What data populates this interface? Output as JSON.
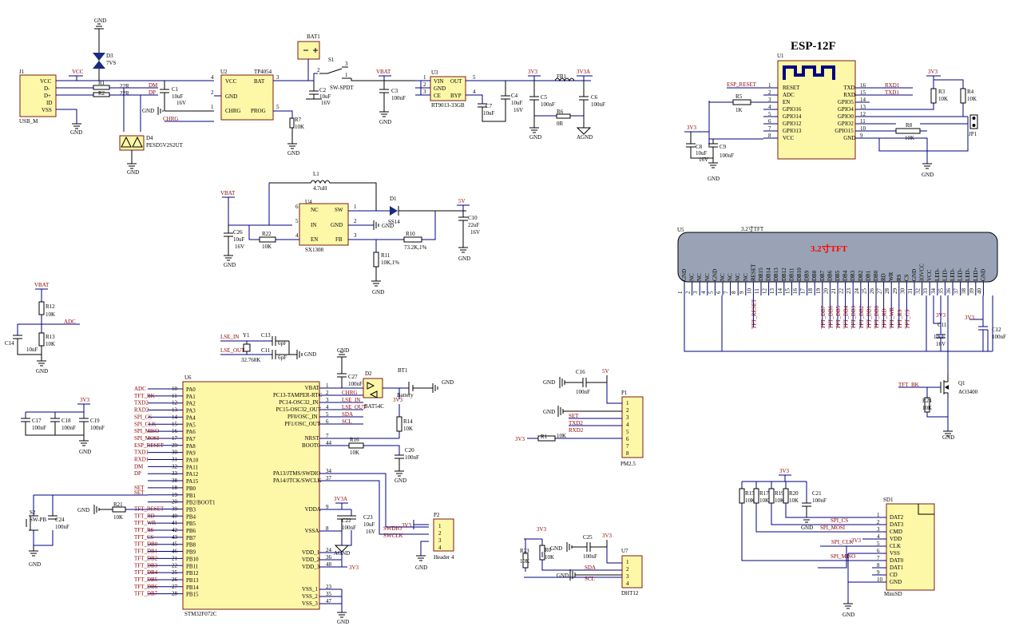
{
  "usb": {
    "ref": "J1",
    "name": "USB_M",
    "pins": [
      "VCC",
      "D-",
      "D+",
      "ID",
      "VSS"
    ]
  },
  "charger": {
    "ref": "U2",
    "name": "TP4054",
    "pins_left": [
      "VCC",
      "GND",
      "CHRG"
    ],
    "pins_right": [
      "BAT",
      "PROG"
    ],
    "nums": [
      "4",
      "2",
      "1",
      "3",
      "5"
    ]
  },
  "ldo": {
    "ref": "U3",
    "name": "RT9013-33GB",
    "pins_left": [
      "VIN",
      "GND",
      "CE"
    ],
    "pins_right": [
      "OUT",
      "BYP"
    ],
    "nums": [
      "1",
      "2",
      "3",
      "5",
      "4"
    ]
  },
  "boost": {
    "ref": "U4",
    "name": "SX1308",
    "pins_left": [
      "NC",
      "IN",
      "EN"
    ],
    "pins_right": [
      "SW",
      "GND",
      "FB"
    ],
    "nums": [
      "6",
      "5",
      "4",
      "1",
      "2",
      "3"
    ]
  },
  "esp": {
    "ref": "U1",
    "title": "ESP-12F",
    "pins_left": [
      "RESET",
      "ADC",
      "EN",
      "GPIO16",
      "GPIO14",
      "GPIO12",
      "GPIO13",
      "VCC"
    ],
    "pins_right": [
      "TXD",
      "RXD",
      "GPIO5",
      "GPIO4",
      "GPIO0",
      "GPIO2",
      "GPIO15",
      "GND"
    ],
    "nums_left": [
      "1",
      "2",
      "3",
      "4",
      "5",
      "6",
      "7",
      "8"
    ],
    "nums_right": [
      "16",
      "15",
      "14",
      "13",
      "12",
      "11",
      "10",
      "9"
    ]
  },
  "mcu": {
    "ref": "U6",
    "name": "STM32F072C",
    "left": [
      "PA0",
      "PA1",
      "PA2",
      "PA3",
      "PA4",
      "PA5",
      "PA6",
      "PA7",
      "PA8",
      "PA9",
      "PA10",
      "PA11",
      "PA12",
      "PA15",
      "PB0",
      "PB1",
      "PB2/BOOT1",
      "PB3",
      "PB4",
      "PB5",
      "PB6",
      "PB7",
      "PB8",
      "PB9",
      "PB10",
      "PB11",
      "PB12",
      "PB13",
      "PB14",
      "PB15"
    ],
    "left_nums": [
      "10",
      "11",
      "12",
      "13",
      "14",
      "15",
      "16",
      "17",
      "29",
      "30",
      "31",
      "32",
      "33",
      "38",
      "18",
      "19",
      "20",
      "39",
      "40",
      "41",
      "42",
      "43",
      "45",
      "46",
      "21",
      "22",
      "25",
      "26",
      "27",
      "28"
    ],
    "left_nets": [
      "ADC",
      "TFT_BK",
      "TXD2",
      "RXD2",
      "SPI_CS",
      "SPI_CLK",
      "SPI_MISO",
      "SPI_MOSI",
      "ESP_RESET",
      "TXD1",
      "RXD1",
      "DM",
      "DP",
      "",
      "SET",
      "",
      "",
      "TFT_RESET",
      "TFT_RD",
      "TFT_WR",
      "TFT_RS",
      "TFT_CS",
      "TFT_DB0",
      "TFT_DB1",
      "TFT_DB2",
      "TFT_DB3",
      "TFT_DB4",
      "TFT_DB5",
      "TFT_DB6",
      "TFT_DB7"
    ],
    "right": [
      "VBAT",
      "PC13-TAMPER-RTC",
      "PC14-OSC32_IN",
      "PC15-OSC32_OUT",
      "PF0/OSC_IN",
      "PF1/OSC_OUT",
      "NRST",
      "BOOT0",
      "PA13/JTMS/SWDIO",
      "PA14/JTCK/SWCLK",
      "VDDA",
      "VSSA",
      "VDD_1",
      "VDD_2",
      "VDD_3",
      "VSS_1",
      "VSS_2",
      "VSS_3"
    ],
    "right_nums": [
      "1",
      "2",
      "3",
      "4",
      "5",
      "6",
      "7",
      "44",
      "34",
      "37",
      "9",
      "8",
      "24",
      "36",
      "48",
      "23",
      "35",
      "47"
    ],
    "right_nets": [
      "",
      "CHRG",
      "LSE_IN",
      "LSE_OUT",
      "SDA",
      "SCL",
      "",
      "",
      "",
      "",
      "",
      "",
      "",
      "",
      "",
      "",
      "",
      ""
    ]
  },
  "tft": {
    "ref": "U5",
    "name": "3.2寸TFT",
    "title": "3.2寸TFT",
    "pins": [
      "GND",
      "NC",
      "NC",
      "NC",
      "GND",
      "NC",
      "NC",
      "NC",
      "NC",
      "RESET",
      "DB15",
      "DB14",
      "DB13",
      "DB12",
      "DB11",
      "DB10",
      "DB9",
      "DB8",
      "DB7",
      "DB6",
      "DB5",
      "DB4",
      "DB3",
      "DB2",
      "DB1",
      "DB0",
      "RD",
      "WR",
      "RS",
      "CS",
      "GND",
      "IOVCC",
      "VCC",
      "LED-",
      "LED-",
      "LED-",
      "LED-",
      "LED-",
      "LED+",
      "GND"
    ],
    "nums": [
      "1",
      "2",
      "3",
      "4",
      "5",
      "6",
      "7",
      "8",
      "9",
      "10",
      "11",
      "12",
      "13",
      "14",
      "15",
      "16",
      "17",
      "18",
      "19",
      "20",
      "21",
      "22",
      "23",
      "24",
      "25",
      "26",
      "27",
      "28",
      "29",
      "30",
      "31",
      "32",
      "33",
      "34",
      "35",
      "36",
      "37",
      "38",
      "39",
      "40"
    ],
    "nets": [
      "TFT_RESET",
      "TFT_DB0",
      "TFT_DB1",
      "TFT_DB2",
      "TFT_DB3",
      "TFT_DB4",
      "TFT_DB5",
      "TFT_DB6",
      "TFT_DB7",
      "TFT_RD",
      "TFT_WR",
      "TFT_RS",
      "TFT_CS"
    ]
  },
  "sd": {
    "ref": "SD1",
    "name": "MiniSD",
    "pins": [
      "DAT2",
      "DAT3",
      "CMD",
      "VDD",
      "CLK",
      "VSS",
      "DAT0",
      "DAT1",
      "CD",
      "GND"
    ],
    "nums": [
      "1",
      "2",
      "3",
      "4",
      "5",
      "6",
      "7",
      "8",
      "9",
      "10"
    ],
    "nets": [
      "SPI_CS",
      "SPI_MOSI",
      "3V3",
      "SPI_CLK",
      "SPI_MISO"
    ]
  },
  "labels": {
    "gnd": "GND",
    "v3v3": "3V3",
    "v3v3a": "3V3A",
    "vbat": "VBAT",
    "vcc": "VCC",
    "v5": "5V",
    "agnd": "AGND",
    "d3": "D3",
    "d3v": "7VS",
    "d4": "D4",
    "d4v": "PESD5V2S2UT",
    "r1": "R1",
    "r1v": "22R",
    "r2": "R2",
    "r2v": "22R",
    "dm": "DM",
    "dp": "DP",
    "c1": "C1",
    "c1v": "10uF",
    "c1w": "16V",
    "chrg": "CHRG",
    "r7": "R7",
    "r7v": "10K",
    "bat1": "BAT1",
    "s1": "S1",
    "s1v": "SW-SPDT",
    "c2": "C2",
    "c2v": "10uF",
    "c2w": "16V",
    "c3": "C3",
    "c3v": "100nF",
    "c7": "C7",
    "c7v": "10nF",
    "c4": "C4",
    "c4v": "10uF",
    "c4w": "16V",
    "c5": "C5",
    "c5v": "100nF",
    "fb1": "FB1",
    "r6": "R6",
    "r6v": "0R",
    "c6": "C6",
    "c6v": "100nF",
    "l1": "L1",
    "l1v": "4.7uH",
    "d1": "D1",
    "d1v": "SS14",
    "c10": "C10",
    "c10v": "22uF",
    "c10w": "16V",
    "c26": "C26",
    "c26v": "10uF",
    "c26w": "16V",
    "r22": "R22",
    "r22v": "10K",
    "r10": "R10",
    "r10v": "73.2K,1%",
    "r11": "R11",
    "r11v": "10K,1%",
    "r12": "R12",
    "r12v": "10K",
    "r13": "R13",
    "r13v": "10K",
    "c14": "C14",
    "c14v": "10nF",
    "adc": "ADC",
    "y1": "Y1",
    "y1v": "32.768K",
    "c13": "C13",
    "c13v": "6pF",
    "c11": "C11",
    "c11v": "6pF",
    "lsein": "LSE_IN",
    "lseout": "LSE_OUT",
    "c27": "C27",
    "c27v": "100nF",
    "d2": "D2",
    "d2v": "BAT54C",
    "bt1": "BT1",
    "bt1v": "Battery",
    "r14": "R14",
    "r14v": "10K",
    "r16": "R16",
    "r16v": "10K",
    "c20": "C20",
    "c20v": "100nF",
    "c17": "C17",
    "c17v": "100nF",
    "c18": "C18",
    "c18v": "100nF",
    "c19": "C19",
    "c19v": "100nF",
    "s2": "S2",
    "s2v": "SW-PB",
    "c24": "C24",
    "c24v": "100nF",
    "r21": "R21",
    "r21v": "10K",
    "set": "SET",
    "c22": "C22",
    "c22v": "100nF",
    "c23": "C23",
    "c23v": "10uF",
    "c23w": "16V",
    "p2": "P2",
    "p2v": "Header 4",
    "swdio": "SWDIO",
    "swclk": "SWCLK",
    "c16": "C16",
    "c16v": "100nF",
    "p1": "P1",
    "p1v": "PM2.5",
    "r1b": "R1",
    "r1bv": "10K",
    "txd2": "TXD2",
    "rxd2": "RXD2",
    "r23": "R23",
    "r23v": "10K",
    "r0": "R0",
    "r0v": "10K",
    "c25": "C25",
    "c25v": "100nF",
    "u7": "U7",
    "u7v": "DHT12",
    "sda": "SDA",
    "scl": "SCL",
    "c9": "C9",
    "c9v": "100nF",
    "c8": "C8",
    "c8v": "10uF",
    "c8w": "16V",
    "r5": "R5",
    "r5v": "1K",
    "espreset": "ESP_RESET",
    "rxd1": "RXD1",
    "txd1": "TXD1",
    "r3": "R3",
    "r3v": "10K",
    "r4": "R4",
    "r4v": "10K",
    "r8": "R8",
    "r8v": "10K",
    "jp1": "JP1",
    "c11b": "C11",
    "c11bv": "10uF",
    "c11bw": "16V",
    "c12": "C12",
    "c12v": "100nF",
    "q1": "Q1",
    "q1v": "AO3400",
    "tftbk": "TFT_BK",
    "r24": "R24",
    "r24v": "10K",
    "r15": "R15",
    "r15v": "10K",
    "r17": "R17",
    "r17v": "10K",
    "r19": "R19",
    "r19v": "10K",
    "r20": "R20",
    "r20v": "10K",
    "c21": "C21",
    "c21v": "100nF"
  }
}
